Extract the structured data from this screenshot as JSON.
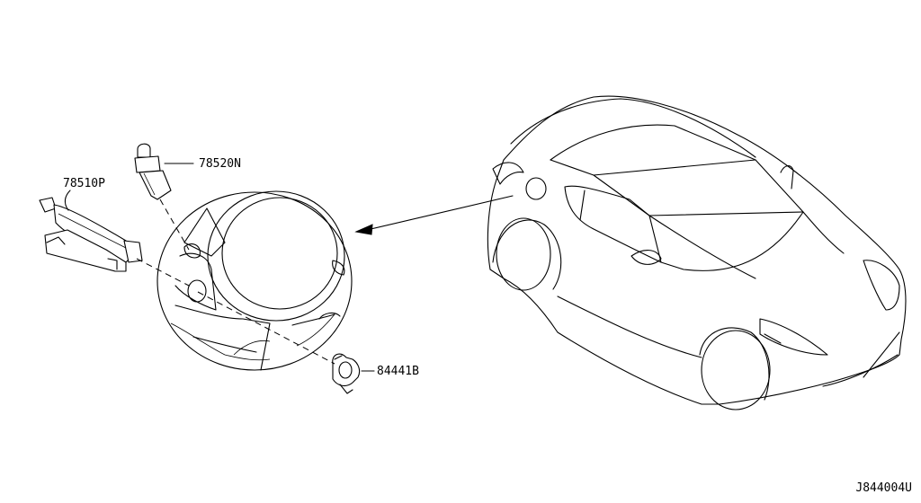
{
  "parts": {
    "fuel_lid_opener_actuator": "78510P",
    "fuel_lid_lock_pin": "78520N",
    "clip": "84441B"
  },
  "diagram_code": "J844004U"
}
